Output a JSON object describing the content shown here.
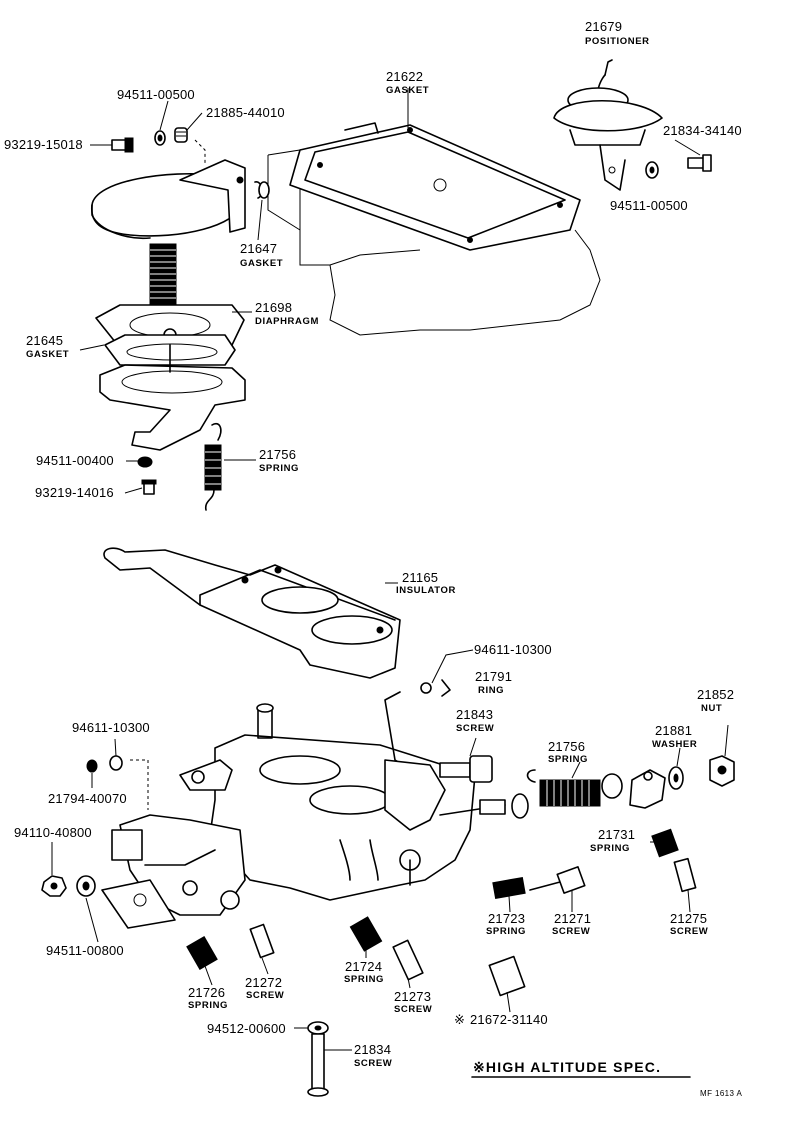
{
  "parts": {
    "p21679": {
      "number": "21679",
      "name": "POSITIONER"
    },
    "p21622": {
      "number": "21622",
      "name": "GASKET"
    },
    "p94511_00500_top": {
      "number": "94511-00500"
    },
    "p21885_44010": {
      "number": "21885-44010"
    },
    "p93219_15018": {
      "number": "93219-15018"
    },
    "p21834_34140": {
      "number": "21834-34140"
    },
    "p94511_00500_right": {
      "number": "94511-00500"
    },
    "p21647": {
      "number": "21647",
      "name": "GASKET"
    },
    "p21698": {
      "number": "21698",
      "name": "DIAPHRAGM"
    },
    "p21645": {
      "number": "21645",
      "name": "GASKET"
    },
    "p94511_00400": {
      "number": "94511-00400"
    },
    "p21756_top": {
      "number": "21756",
      "name": "SPRING"
    },
    "p93219_14016": {
      "number": "93219-14016"
    },
    "p21165": {
      "number": "21165",
      "name": "INSULATOR"
    },
    "p94611_10300_right": {
      "number": "94611-10300"
    },
    "p21791": {
      "number": "21791",
      "name": "RING"
    },
    "p21852": {
      "number": "21852",
      "name": "NUT"
    },
    "p21843": {
      "number": "21843",
      "name": "SCREW"
    },
    "p21881": {
      "number": "21881",
      "name": "WASHER"
    },
    "p94611_10300_left": {
      "number": "94611-10300"
    },
    "p21756_bottom": {
      "number": "21756",
      "name": "SPRING"
    },
    "p21794_40070": {
      "number": "21794-40070"
    },
    "p21731": {
      "number": "21731",
      "name": "SPRING"
    },
    "p94110_40800": {
      "number": "94110-40800"
    },
    "p21723": {
      "number": "21723",
      "name": "SPRING"
    },
    "p21271": {
      "number": "21271",
      "name": "SCREW"
    },
    "p21275": {
      "number": "21275",
      "name": "SCREW"
    },
    "p94511_00800": {
      "number": "94511-00800"
    },
    "p21726": {
      "number": "21726",
      "name": "SPRING"
    },
    "p21272": {
      "number": "21272",
      "name": "SCREW"
    },
    "p21724": {
      "number": "21724",
      "name": "SPRING"
    },
    "p21273": {
      "number": "21273",
      "name": "SCREW"
    },
    "p21672_31140": {
      "number": "21672-31140",
      "mark": "※"
    },
    "p94512_00600": {
      "number": "94512-00600"
    },
    "p21834": {
      "number": "21834",
      "name": "SCREW"
    }
  },
  "note": {
    "text": "※HIGH ALTITUDE SPEC."
  },
  "drawing_code": "MF 1613 A"
}
